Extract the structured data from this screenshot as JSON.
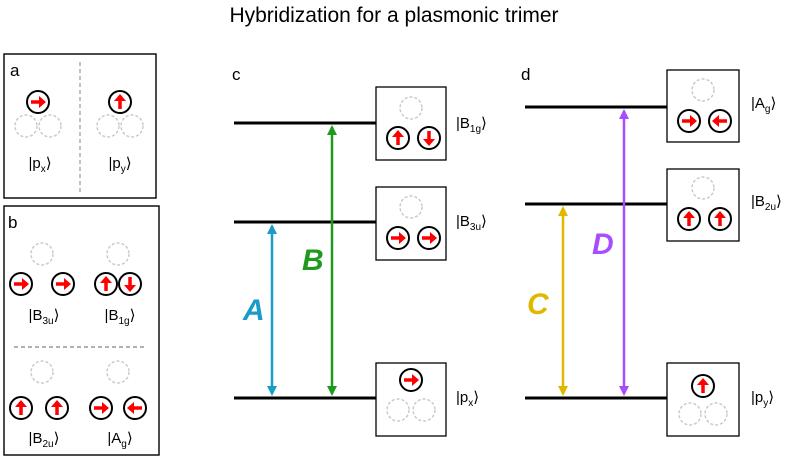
{
  "title": "Hybridization for a plasmonic trimer",
  "panels": {
    "a": "a",
    "b": "b",
    "c": "c",
    "d": "d"
  },
  "panel_a": {
    "left_state": {
      "main": "p",
      "sub": "x"
    },
    "right_state": {
      "main": "p",
      "sub": "y"
    }
  },
  "panel_b": {
    "b3u": {
      "main": "B",
      "sub": "3u"
    },
    "b1g": {
      "main": "B",
      "sub": "1g"
    },
    "b2u": {
      "main": "B",
      "sub": "2u"
    },
    "ag": {
      "main": "A",
      "sub": "g"
    }
  },
  "panel_c": {
    "levels": [
      {
        "main": "B",
        "sub": "1g"
      },
      {
        "main": "B",
        "sub": "3u"
      },
      {
        "main": "p",
        "sub": "x"
      }
    ],
    "transitions": [
      {
        "label": "A",
        "color": "#1a9bc9"
      },
      {
        "label": "B",
        "color": "#1f9a1f"
      }
    ]
  },
  "panel_d": {
    "levels": [
      {
        "main": "A",
        "sub": "g"
      },
      {
        "main": "B",
        "sub": "2u"
      },
      {
        "main": "p",
        "sub": "y"
      }
    ],
    "transitions": [
      {
        "label": "C",
        "color": "#e0b800"
      },
      {
        "label": "D",
        "color": "#a64dff"
      }
    ]
  },
  "colors": {
    "arrow": "#ff0000",
    "ghost": "#c8c8c8",
    "divider": "#999999"
  }
}
